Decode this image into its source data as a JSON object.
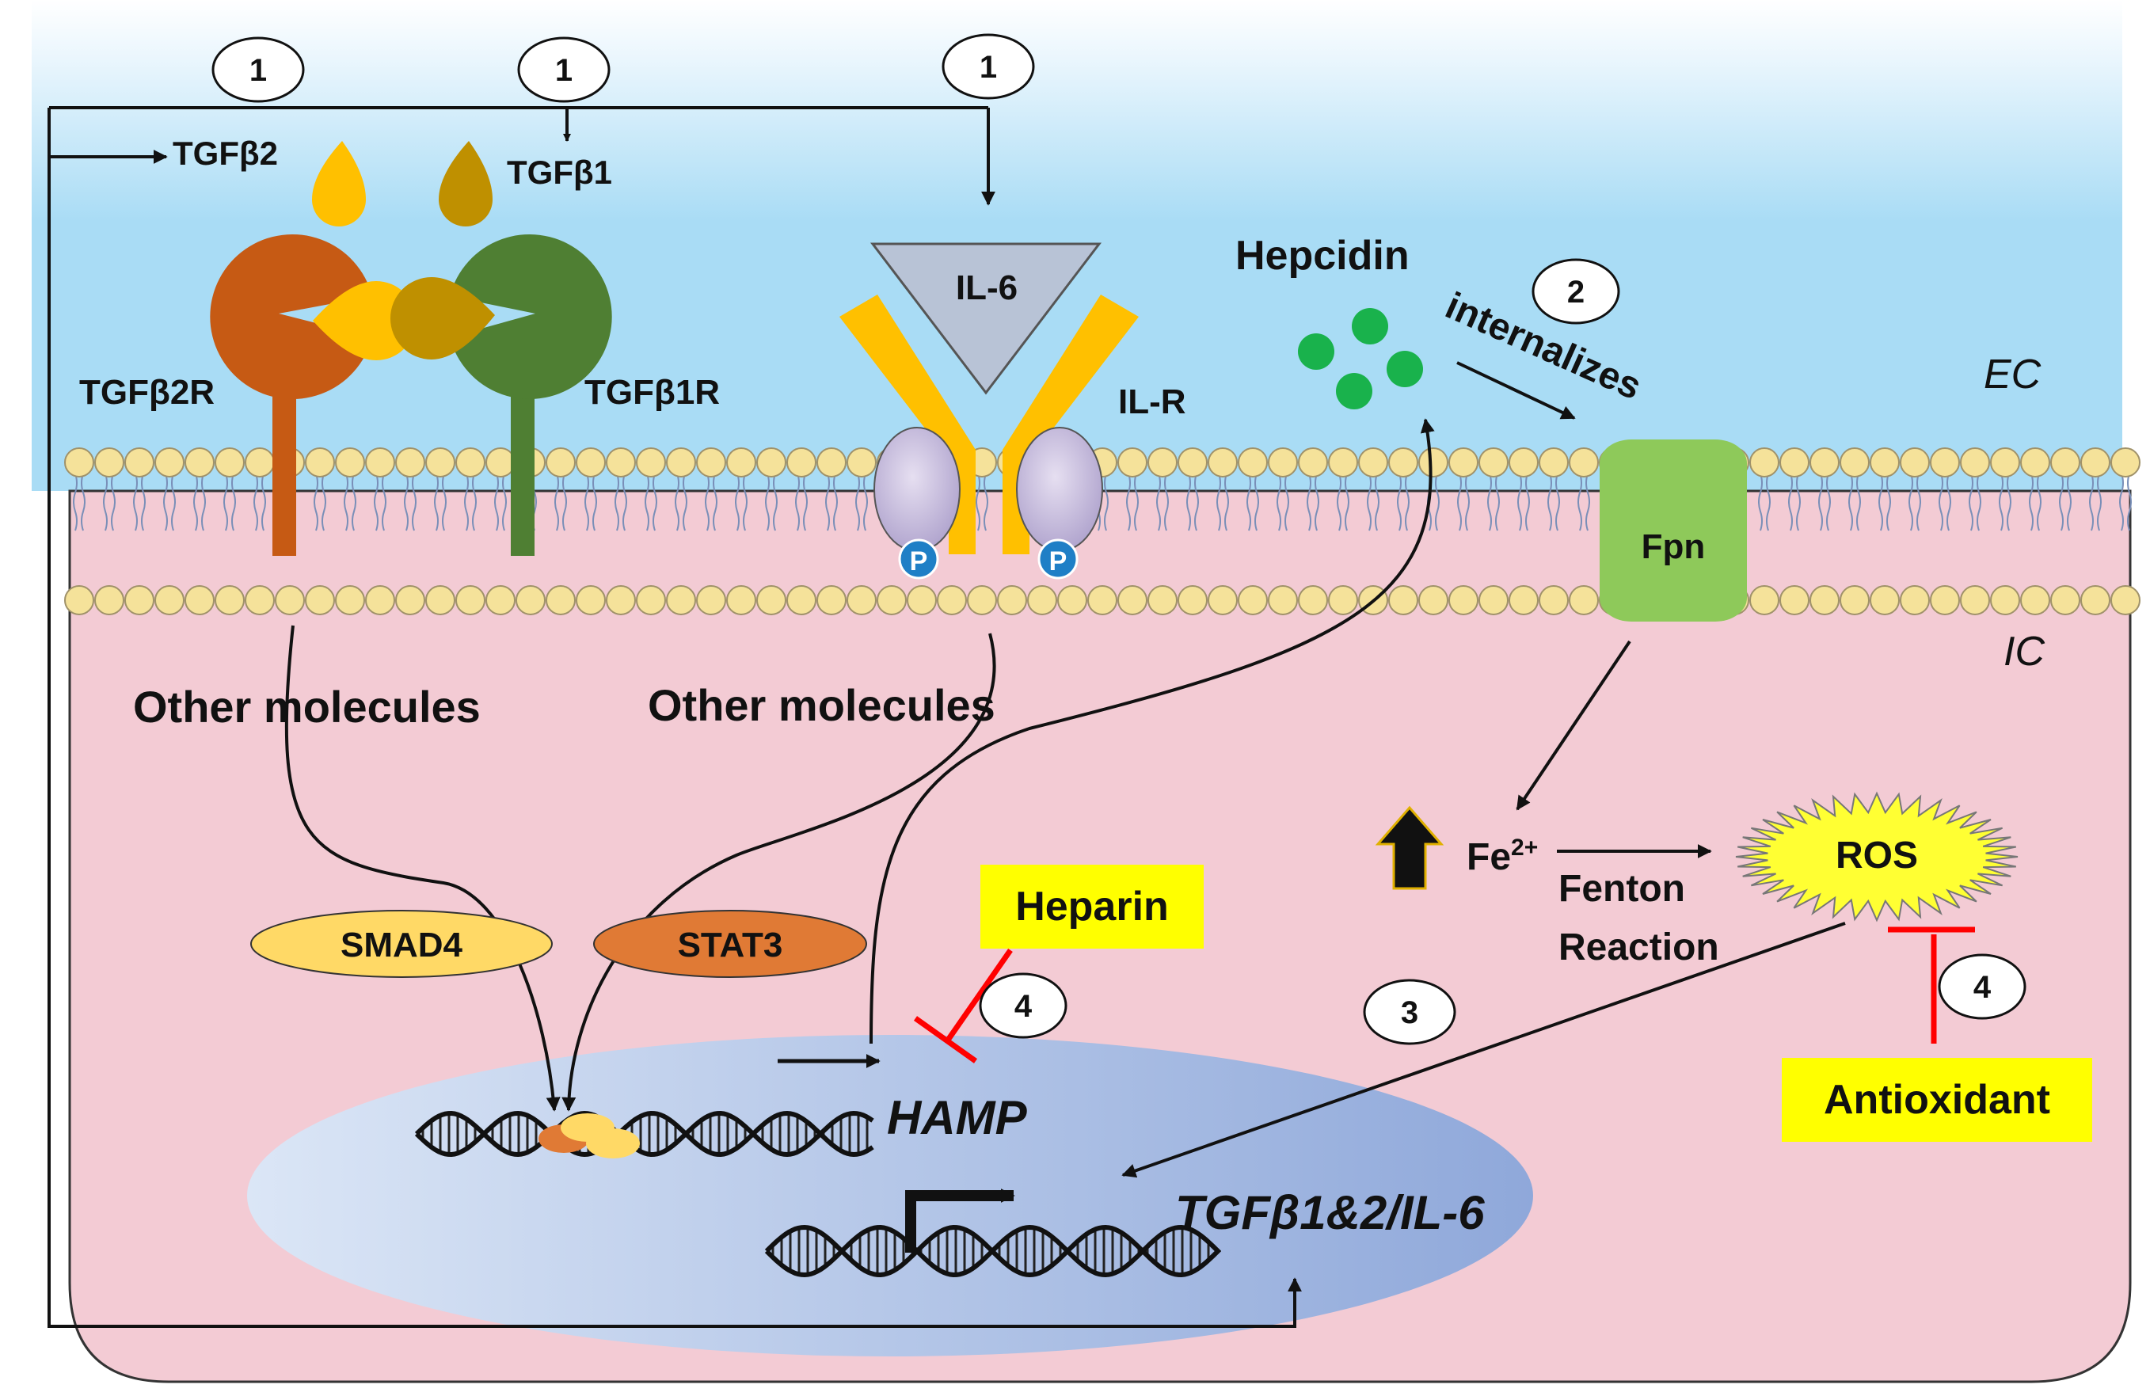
{
  "step_markers": {
    "one_a": "1",
    "one_b": "1",
    "one_c": "1",
    "two": "2",
    "three": "3",
    "four_heparin": "4",
    "four_antioxidant": "4"
  },
  "ligands": {
    "tgfb2": "TGFβ2",
    "tgfb1": "TGFβ1",
    "il6": "IL-6"
  },
  "receptors": {
    "tgfb2r": "TGFβ2R",
    "tgfb1r": "TGFβ1R",
    "ilr": "IL-R",
    "phospho": "P"
  },
  "hepcidin": {
    "label": "Hepcidin",
    "action": "internalizes"
  },
  "compartments": {
    "extracellular": "EC",
    "intracellular": "IC"
  },
  "ferroportin": "Fpn",
  "other_molecules": {
    "left": "Other molecules",
    "right": "Other molecules"
  },
  "transcription_factors": {
    "smad4": "SMAD4",
    "stat3": "STAT3"
  },
  "iron": {
    "label": "Fe",
    "charge": "2+"
  },
  "fenton": {
    "line1": "Fenton",
    "line2": "Reaction"
  },
  "ros": "ROS",
  "inhibitors": {
    "heparin": "Heparin",
    "antioxidant": "Antioxidant"
  },
  "genes": {
    "hamp": "HAMP",
    "targets": "TGFβ1&2/IL-6"
  },
  "colors": {
    "extracellular_blue": "#a9dcf5",
    "cytoplasm_pink": "#f3cbd4",
    "nucleus_blue": "#9db2de",
    "lipid_head": "#f5e29a",
    "tgfb2_receptor": "#c65a14",
    "tgfb1_receptor": "#4f7f33",
    "tgfb2_ligand": "#ffc000",
    "tgfb1_ligand": "#bf9000",
    "il_receptor": "#ffc000",
    "jak": "#c6b9dc",
    "phospho": "#1f7fc6",
    "hepcidin": "#19b24c",
    "fpn": "#8ec95a",
    "smad4": "#ffd966",
    "stat3": "#e07a35",
    "ros_burst": "#ffff33",
    "inhibitor_box": "#ffff00",
    "inhibit_bar": "#ff0000"
  }
}
